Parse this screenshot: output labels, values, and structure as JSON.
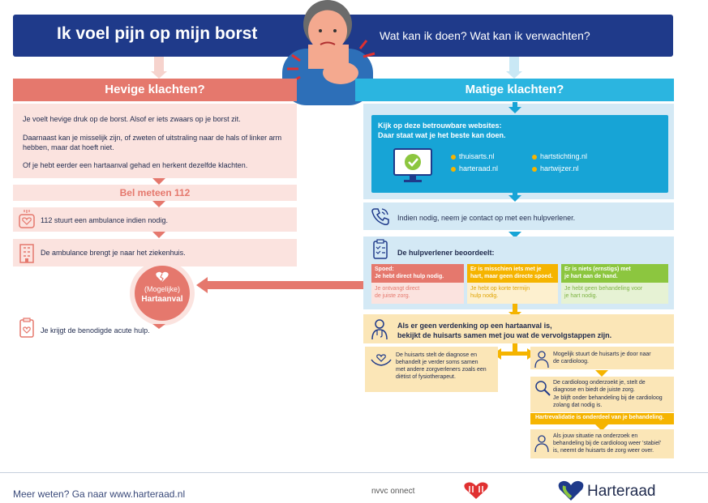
{
  "header": {
    "title": "Ik voel pijn op mijn borst",
    "subtitle": "Wat kan ik doen? Wat kan ik verwachten?"
  },
  "left": {
    "heading": "Hevige klachten?",
    "intro": [
      "Je voelt hevige druk op de borst. Alsof er iets zwaars op je borst zit.",
      "Daarnaast kan je misselijk zijn, of zweten of uitstraling naar de hals of linker arm hebben, maar dat hoeft niet.",
      "Of je hebt eerder een hartaanval gehad en herkent dezelfde klachten."
    ],
    "call": "Bel meteen 112",
    "ambulance": "112 stuurt een ambulance indien nodig.",
    "hospital": "De ambulance brengt je naar het ziekenhuis.",
    "care": "Je krijgt de benodigde acute hulp.",
    "heart_attack_top": "(Mogelijke)",
    "heart_attack_bottom": "Hartaanval"
  },
  "right": {
    "heading": "Matige klachten?",
    "websites_intro": "Kijk op deze betrouwbare websites:",
    "websites_intro2": "Daar staat wat je het beste kan doen.",
    "websites": [
      "thuisarts.nl",
      "hartstichting.nl",
      "harteraad.nl",
      "hartwijzer.nl"
    ],
    "contact": "Indien nodig, neem je contact op met een hulpverlener.",
    "assess": "De hulpverlener beoordeelt:",
    "cols": [
      {
        "head1": "Spoed:",
        "head2": "Je hebt direct hulp nodig.",
        "body1": "Je ontvangt direct",
        "body2": "de juiste zorg.",
        "color": "#e5786d",
        "bg": "#fbe3df",
        "text": "#e5786d"
      },
      {
        "head1": "Er is misschien iets met je",
        "head2": "hart, maar geen directe spoed.",
        "body1": "Je hebt op korte termijn",
        "body2": "hulp nodig.",
        "color": "#f5b400",
        "bg": "#fdf0cf",
        "text": "#e0a300"
      },
      {
        "head1": "Er is niets (ernstigs) met",
        "head2": "je hart aan de hand.",
        "body1": "Je hebt geen behandeling voor",
        "body2": "je hart nodig.",
        "color": "#8cc63f",
        "bg": "#e6f2d4",
        "text": "#7cb342"
      }
    ],
    "suspicion1": "Als er geen verdenking op een hartaanval is,",
    "suspicion2": "bekijkt de huisarts samen met jou wat de vervolgstappen zijn.",
    "gp": [
      "De huisarts stelt de diagnose en",
      "behandelt je verder soms samen",
      "met andere zorgverleners zoals een",
      "diëtist of fysiotherapeut."
    ],
    "referral": [
      "Mogelijk stuurt de huisarts je door naar",
      "de cardioloog."
    ],
    "cardio": [
      "De cardioloog onderzoekt je, stelt de",
      "diagnose en biedt de juiste zorg.",
      "Je blijft onder behandeling bij de cardioloog",
      "zolang dat nodig is."
    ],
    "rehab": "Hartrevalidatie is onderdeel van je behandeling.",
    "stable": [
      "Als jouw situatie na onderzoek en",
      "behandeling bij de cardioloog weer 'stabiel'",
      "is, neemt de huisarts de zorg weer over."
    ]
  },
  "footer": {
    "more": "Meer weten? Ga naar www.harteraad.nl",
    "logo1": "nvvc onnect",
    "logo3": "Harteraad"
  },
  "colors": {
    "navy": "#1f3a8a",
    "coral": "#e5786d",
    "sky": "#2bb5e0",
    "yellow": "#f5b400",
    "green": "#8cc63f"
  },
  "icons": [
    "person-chest-pain-illustration",
    "monitor-check-icon",
    "phone-icon",
    "clipboard-icon",
    "doctor-icon",
    "hands-heart-icon",
    "heart-monitor-icon",
    "hospital-icon",
    "magnifier-icon",
    "broken-heart-icon",
    "harteraad-heart-logo",
    "cardiology-logo"
  ]
}
